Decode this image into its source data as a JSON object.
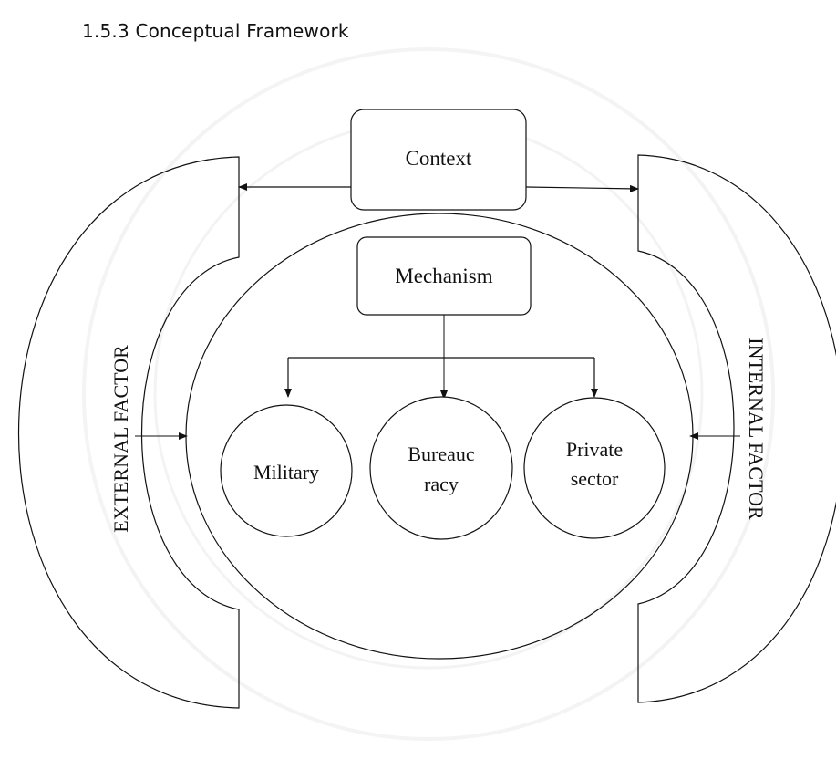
{
  "heading": "1.5.3 Conceptual Framework",
  "diagram": {
    "context": "Context",
    "mechanism": "Mechanism",
    "external_factor": "EXTERNAL FACTOR",
    "internal_factor": "INTERNAL FACTOR",
    "military": "Military",
    "bureaucracy": {
      "line1": "Bureauc",
      "line2": "racy"
    },
    "private_sector": {
      "line1": "Private",
      "line2": "sector"
    }
  }
}
